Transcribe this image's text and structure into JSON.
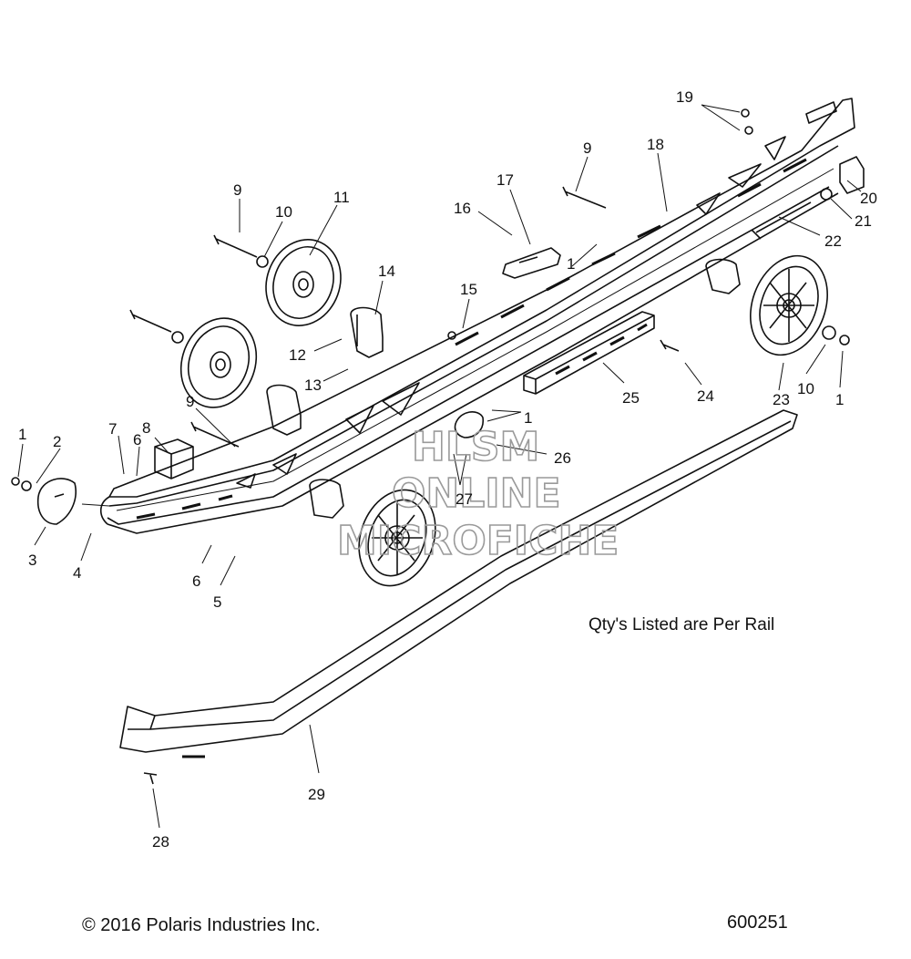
{
  "note": "Qty's Listed are Per Rail",
  "copyright": "© 2016 Polaris Industries Inc.",
  "part_number": "600251",
  "watermark": [
    "HLSM",
    "ONLINE",
    "MICROFICHE"
  ],
  "callouts": {
    "c1a": "1",
    "c2": "2",
    "c3": "3",
    "c4": "4",
    "c5": "5",
    "c6a": "6",
    "c6b": "6",
    "c7": "7",
    "c8": "8",
    "c9a": "9",
    "c9b": "9",
    "c9c": "9",
    "c10a": "10",
    "c10b": "10",
    "c11": "11",
    "c12": "12",
    "c13": "13",
    "c14": "14",
    "c15": "15",
    "c16": "16",
    "c17": "17",
    "c18": "18",
    "c19": "19",
    "c20": "20",
    "c21": "21",
    "c22": "22",
    "c23": "23",
    "c24": "24",
    "c25": "25",
    "c26": "26",
    "c27": "27",
    "c28": "28",
    "c29": "29",
    "c1b": "1",
    "c1c": "1",
    "c1d": "1"
  }
}
